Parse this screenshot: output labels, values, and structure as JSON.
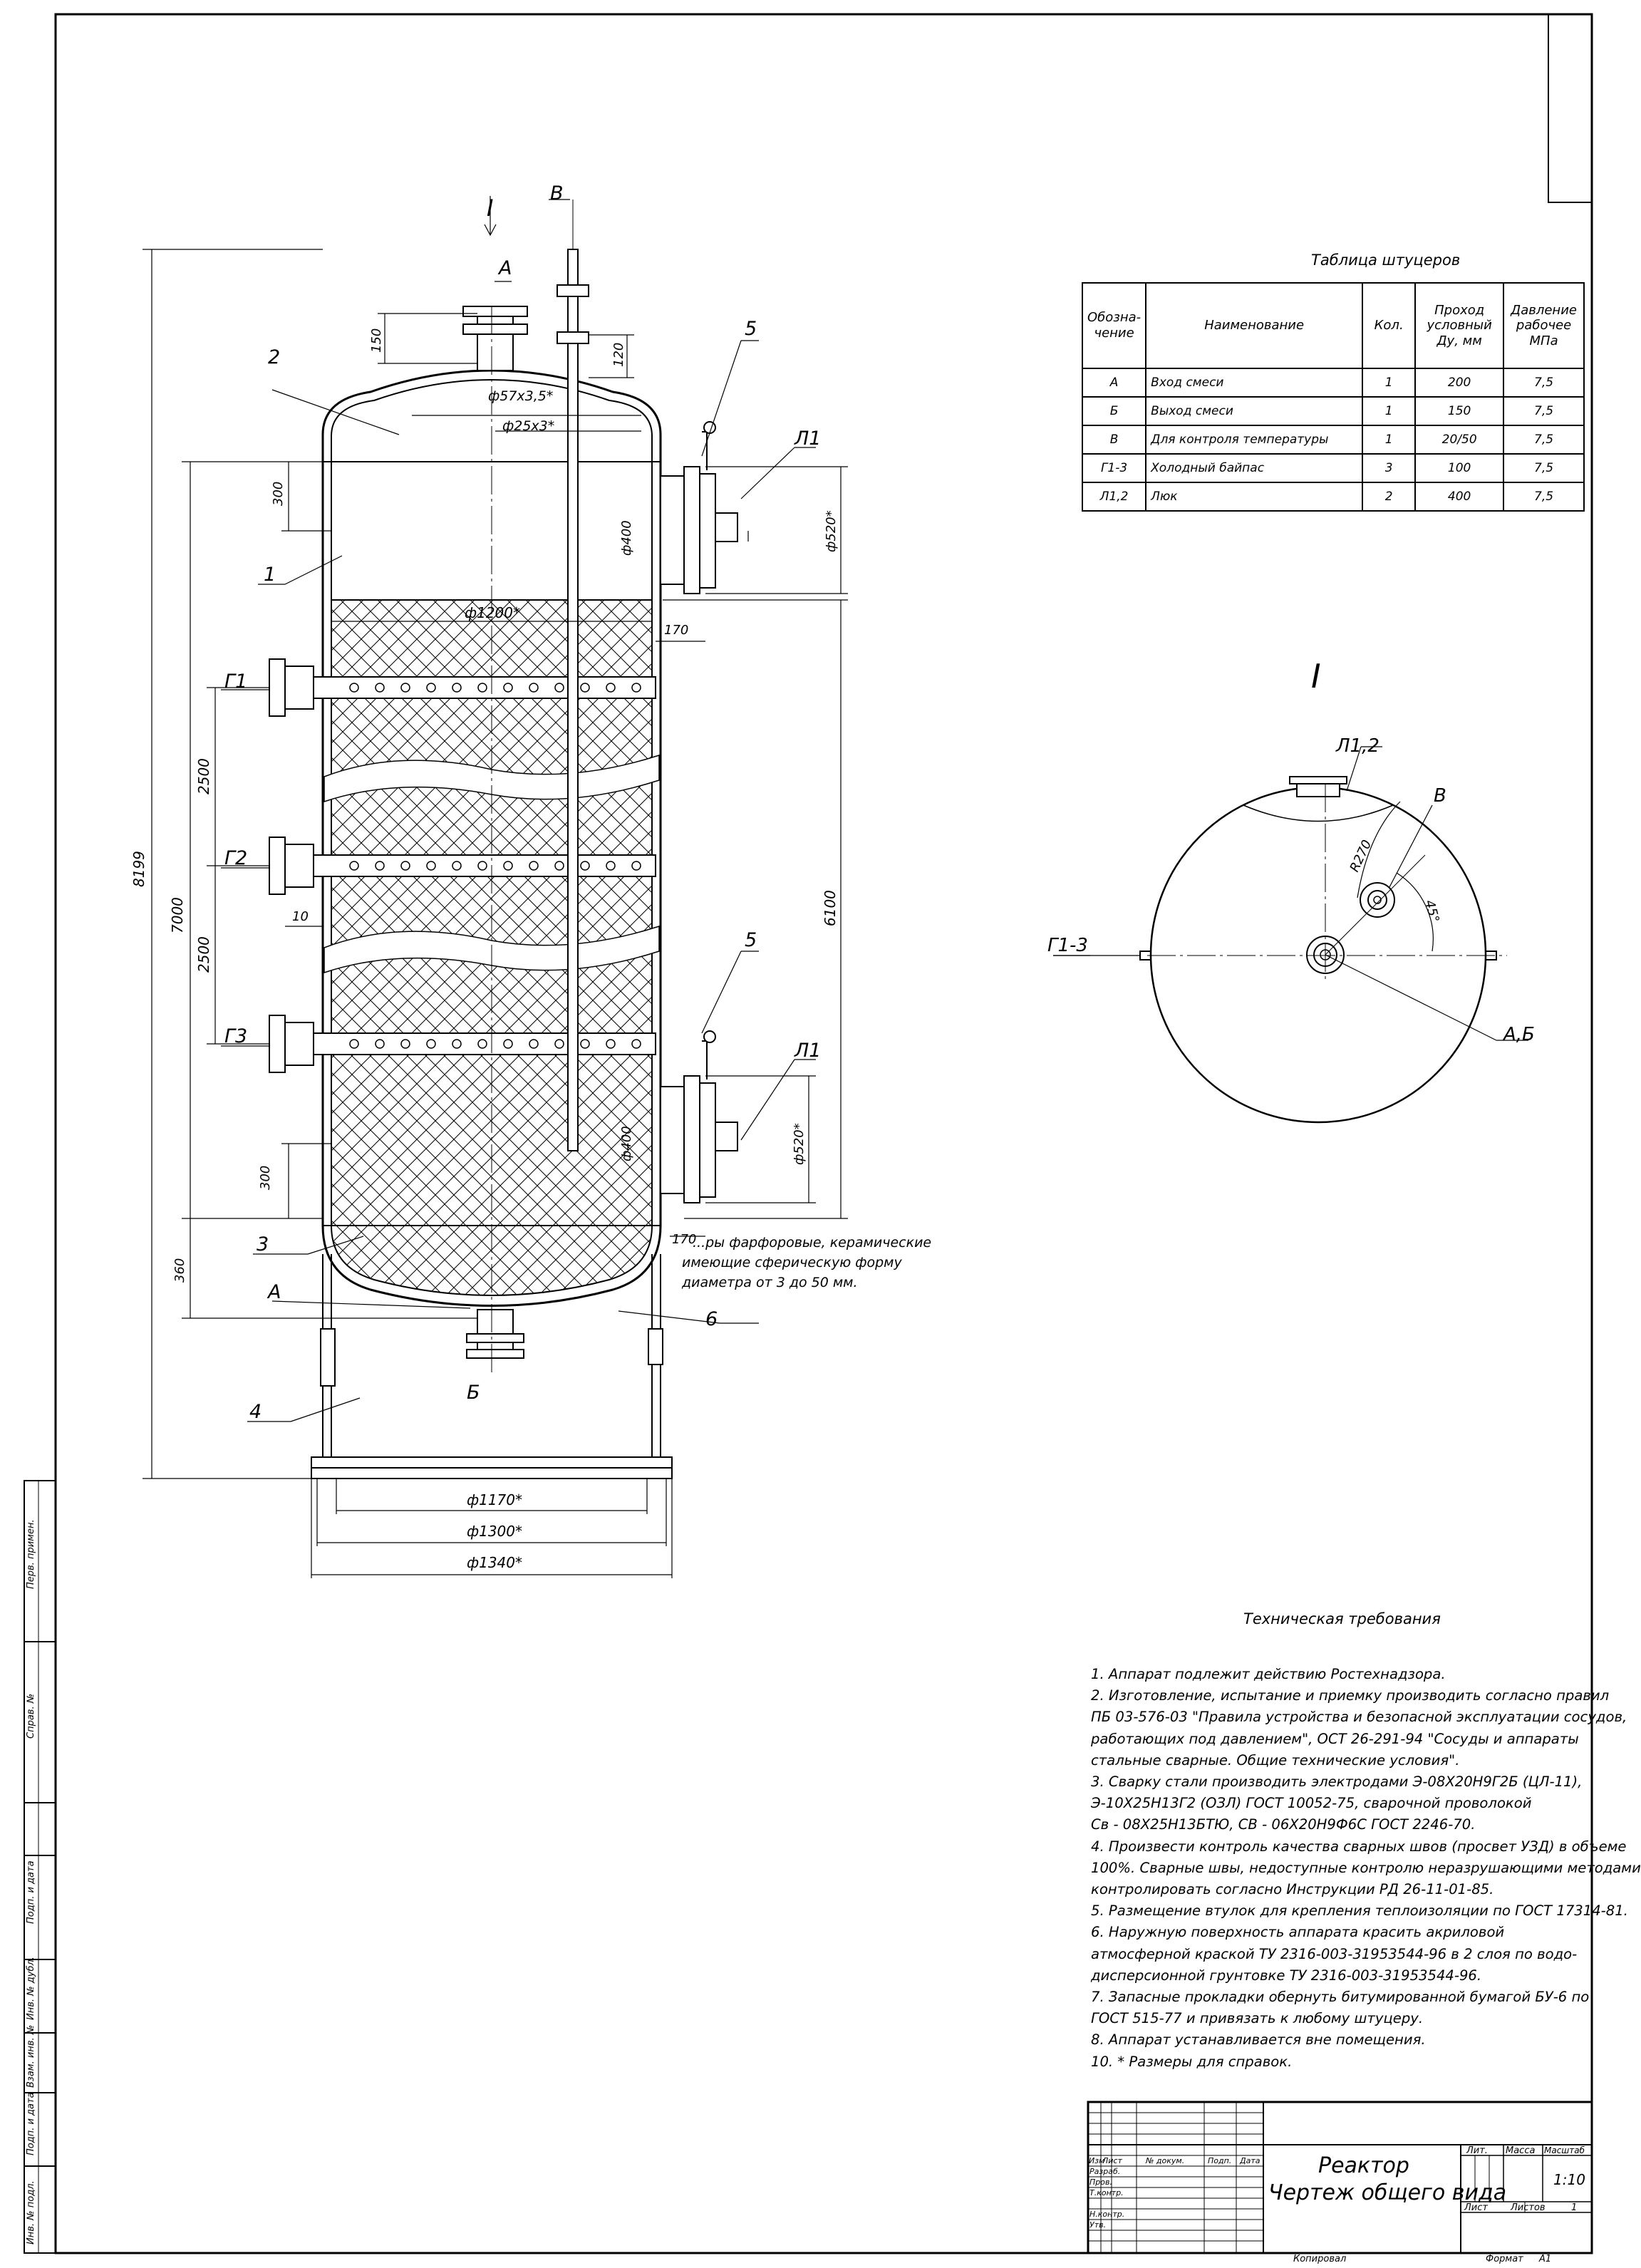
{
  "nozzle_table": {
    "title": "Таблица штуцеров",
    "headers": [
      "Обозна-\nчение",
      "Наименование",
      "Кол.",
      "Проход\nусловный\nДу, мм",
      "Давление\nрабочее\nМПа"
    ],
    "rows": [
      [
        "А",
        "Вход смеси",
        "1",
        "200",
        "7,5"
      ],
      [
        "Б",
        "Выход смеси",
        "1",
        "150",
        "7,5"
      ],
      [
        "В",
        "Для контроля температуры",
        "1",
        "20/50",
        "7,5"
      ],
      [
        "Г1-3",
        "Холодный байпас",
        "3",
        "100",
        "7,5"
      ],
      [
        "Л1,2",
        "Люк",
        "2",
        "400",
        "7,5"
      ]
    ]
  },
  "requirements": {
    "title": "Техническая требования",
    "lines": [
      "1. Аппарат подлежит действию Ростехнадзора.",
      "2. Изготовление, испытание и приемку производить согласно правил",
      "ПБ 03-576-03 \"Правила устройства и безопасной эксплуатации сосудов,",
      "работающих под давлением\", ОСТ 26-291-94 \"Сосуды и аппараты",
      "стальные сварные. Общие технические условия\".",
      "3. Сварку стали производить электродами Э-08Х20Н9Г2Б (ЦЛ-11),",
      "Э-10Х25Н13Г2 (ОЗЛ) ГОСТ 10052-75, сварочной проволокой",
      "Св - 08Х25Н13БТЮ, СВ - 06Х20Н9Ф6С ГОСТ 2246-70.",
      "4. Произвести контроль качества сварных швов (просвет УЗД) в объеме",
      "100%. Сварные швы, недоступные контролю неразрушающими методами",
      "контролировать согласно Инструкции РД 26-11-01-85.",
      "5. Размещение втулок для крепления теплоизоляции по ГОСТ 17314-81.",
      "6. Наружную поверхность аппарата красить акриловой",
      "атмосферной краской ТУ 2316-003-31953544-96 в 2 слоя по водо-",
      "дисперсионной грунтовке ТУ 2316-003-31953544-96.",
      "7. Запасные прокладки обернуть битумированной бумагой БУ-6 по",
      "ГОСТ 515-77 и привязать к любому штуцеру.",
      "8. Аппарат устанавливается вне помещения.",
      "10. * Размеры для справок."
    ]
  },
  "drawing": {
    "view_mark": "I",
    "section_label": "I",
    "labels": {
      "A_top": "А",
      "B_top": "В",
      "B_bottom": "Б",
      "A_bottom": "А",
      "G1": "Г1",
      "G2": "Г2",
      "G3": "Г3",
      "L1_top": "Л1",
      "L1_bottom": "Л1",
      "p1": "1",
      "p2": "2",
      "p3": "3",
      "p4": "4",
      "p5_top": "5",
      "p5_bottom": "5",
      "p6": "6"
    },
    "dims": {
      "d8199": "8199",
      "d7000": "7000",
      "d6100": "6100",
      "d2500a": "2500",
      "d2500b": "2500",
      "d300a": "300",
      "d300b": "300",
      "d360": "360",
      "d150": "150",
      "d120": "120",
      "d10": "10",
      "d170a": "170",
      "d170b": "170",
      "dia1200": "ф1200*",
      "dia57": "ф57х3,5*",
      "dia25": "ф25х3*",
      "dia400a": "ф400",
      "dia400b": "ф400",
      "dia520a": "ф520*",
      "dia520b": "ф520*",
      "dia1170": "ф1170*",
      "dia1300": "ф1300*",
      "dia1340": "ф1340*"
    },
    "balls_note": [
      "...ры фарфоровые, керамические",
      "имеющие сферическую форму",
      "диаметра от 3 до 50 мм."
    ],
    "plan_labels": {
      "L12": "Л1,2",
      "B": "В",
      "G13": "Г1-3",
      "AB": "А,Б",
      "R270": "R270",
      "angle": "45°"
    }
  },
  "side_stamp": [
    "Перв. примен.",
    "Справ. №",
    "Подп. и дата",
    "Инв. № дубл.",
    "Взам. инв. №",
    "Подп. и дата",
    "Инв. № подл."
  ],
  "title_block": {
    "name_line1": "Реактор",
    "name_line2": "Чертеж общего вида",
    "lit": "Лит.",
    "mass": "Масса",
    "scale": "Масштаб",
    "scale_value": "1:10",
    "sheet": "Лист",
    "sheets": "Листов",
    "sheets_value": "1",
    "cols": [
      "Изм",
      "Лист",
      "№ докум.",
      "Подп.",
      "Дата"
    ],
    "roles": [
      "Разраб.",
      "Пров.",
      "Т.контр.",
      "",
      "Н.контр.",
      "Утв."
    ],
    "copied": "Копировал",
    "format": "Формат",
    "format_value": "А1"
  }
}
